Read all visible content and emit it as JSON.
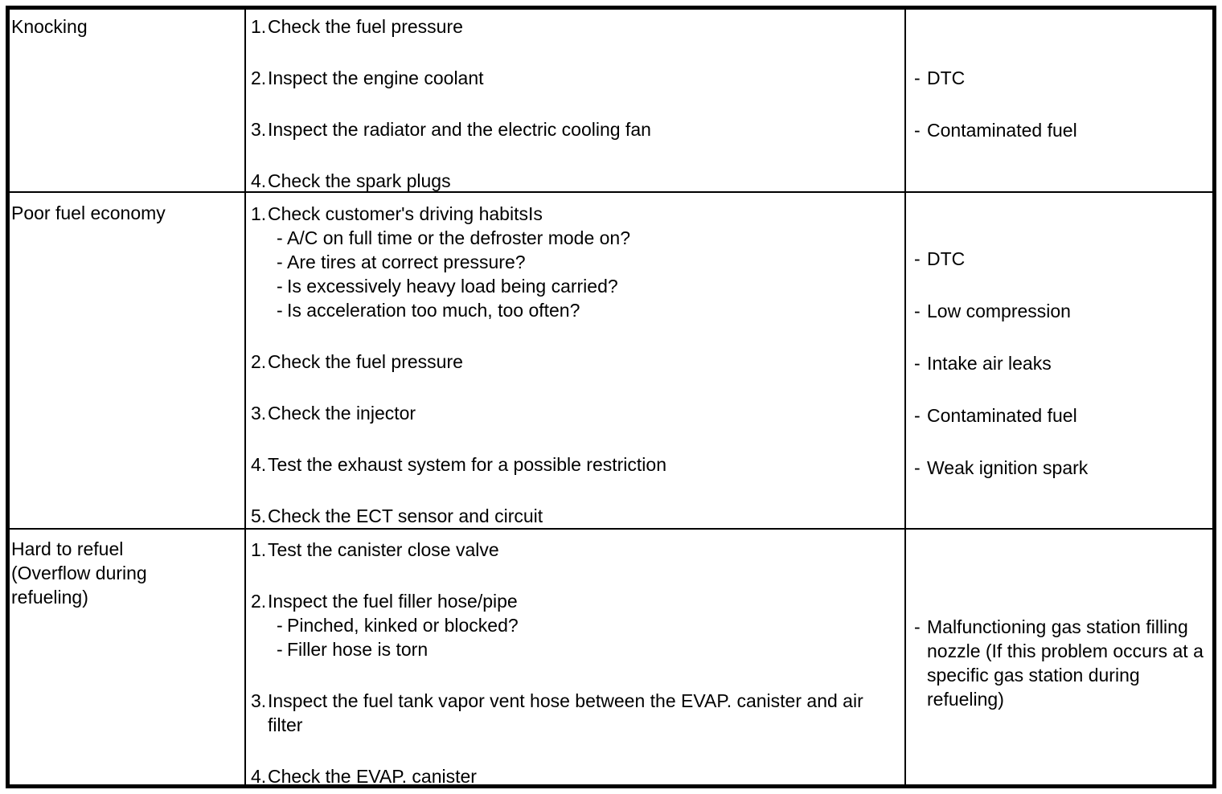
{
  "ui": {
    "bullet": "-"
  },
  "table": {
    "rows": [
      {
        "symptom": "Knocking",
        "steps": [
          {
            "num": "1.",
            "text": "Check the fuel pressure"
          },
          {
            "num": "2.",
            "text": "Inspect the engine coolant"
          },
          {
            "num": "3.",
            "text": "Inspect the radiator and the electric cooling fan"
          },
          {
            "num": "4.",
            "text": "Check the spark plugs"
          }
        ],
        "causes": [
          "DTC",
          "Contaminated fuel"
        ]
      },
      {
        "symptom": "Poor fuel economy",
        "steps": [
          {
            "num": "1.",
            "text": "Check customer's driving habitsIs",
            "subs": [
              "A/C on full time or the defroster mode on?",
              "Are tires at correct pressure?",
              "Is excessively heavy load being carried?",
              "Is acceleration too much, too often?"
            ]
          },
          {
            "num": "2.",
            "text": "Check the fuel pressure"
          },
          {
            "num": "3.",
            "text": "Check the injector"
          },
          {
            "num": "4.",
            "text": "Test the exhaust system for a possible restriction"
          },
          {
            "num": "5.",
            "text": "Check the ECT sensor and circuit"
          }
        ],
        "causes": [
          "DTC",
          "Low compression",
          "Intake air leaks",
          "Contaminated fuel",
          "Weak ignition spark"
        ]
      },
      {
        "symptom": "Hard to refuel\n(Overflow during\nrefueling)",
        "steps": [
          {
            "num": "1.",
            "text": "Test the canister close valve"
          },
          {
            "num": "2.",
            "text": "Inspect the fuel filler hose/pipe",
            "subs": [
              "Pinched, kinked or blocked?",
              "Filler hose is torn"
            ]
          },
          {
            "num": "3.",
            "text": "Inspect the fuel tank vapor vent hose between the EVAP. canister and air filter"
          },
          {
            "num": "4.",
            "text": "Check the EVAP. canister"
          }
        ],
        "causes": [
          "Malfunctioning gas station filling nozzle (If this problem occurs at a specific gas station during refueling)"
        ]
      }
    ]
  }
}
